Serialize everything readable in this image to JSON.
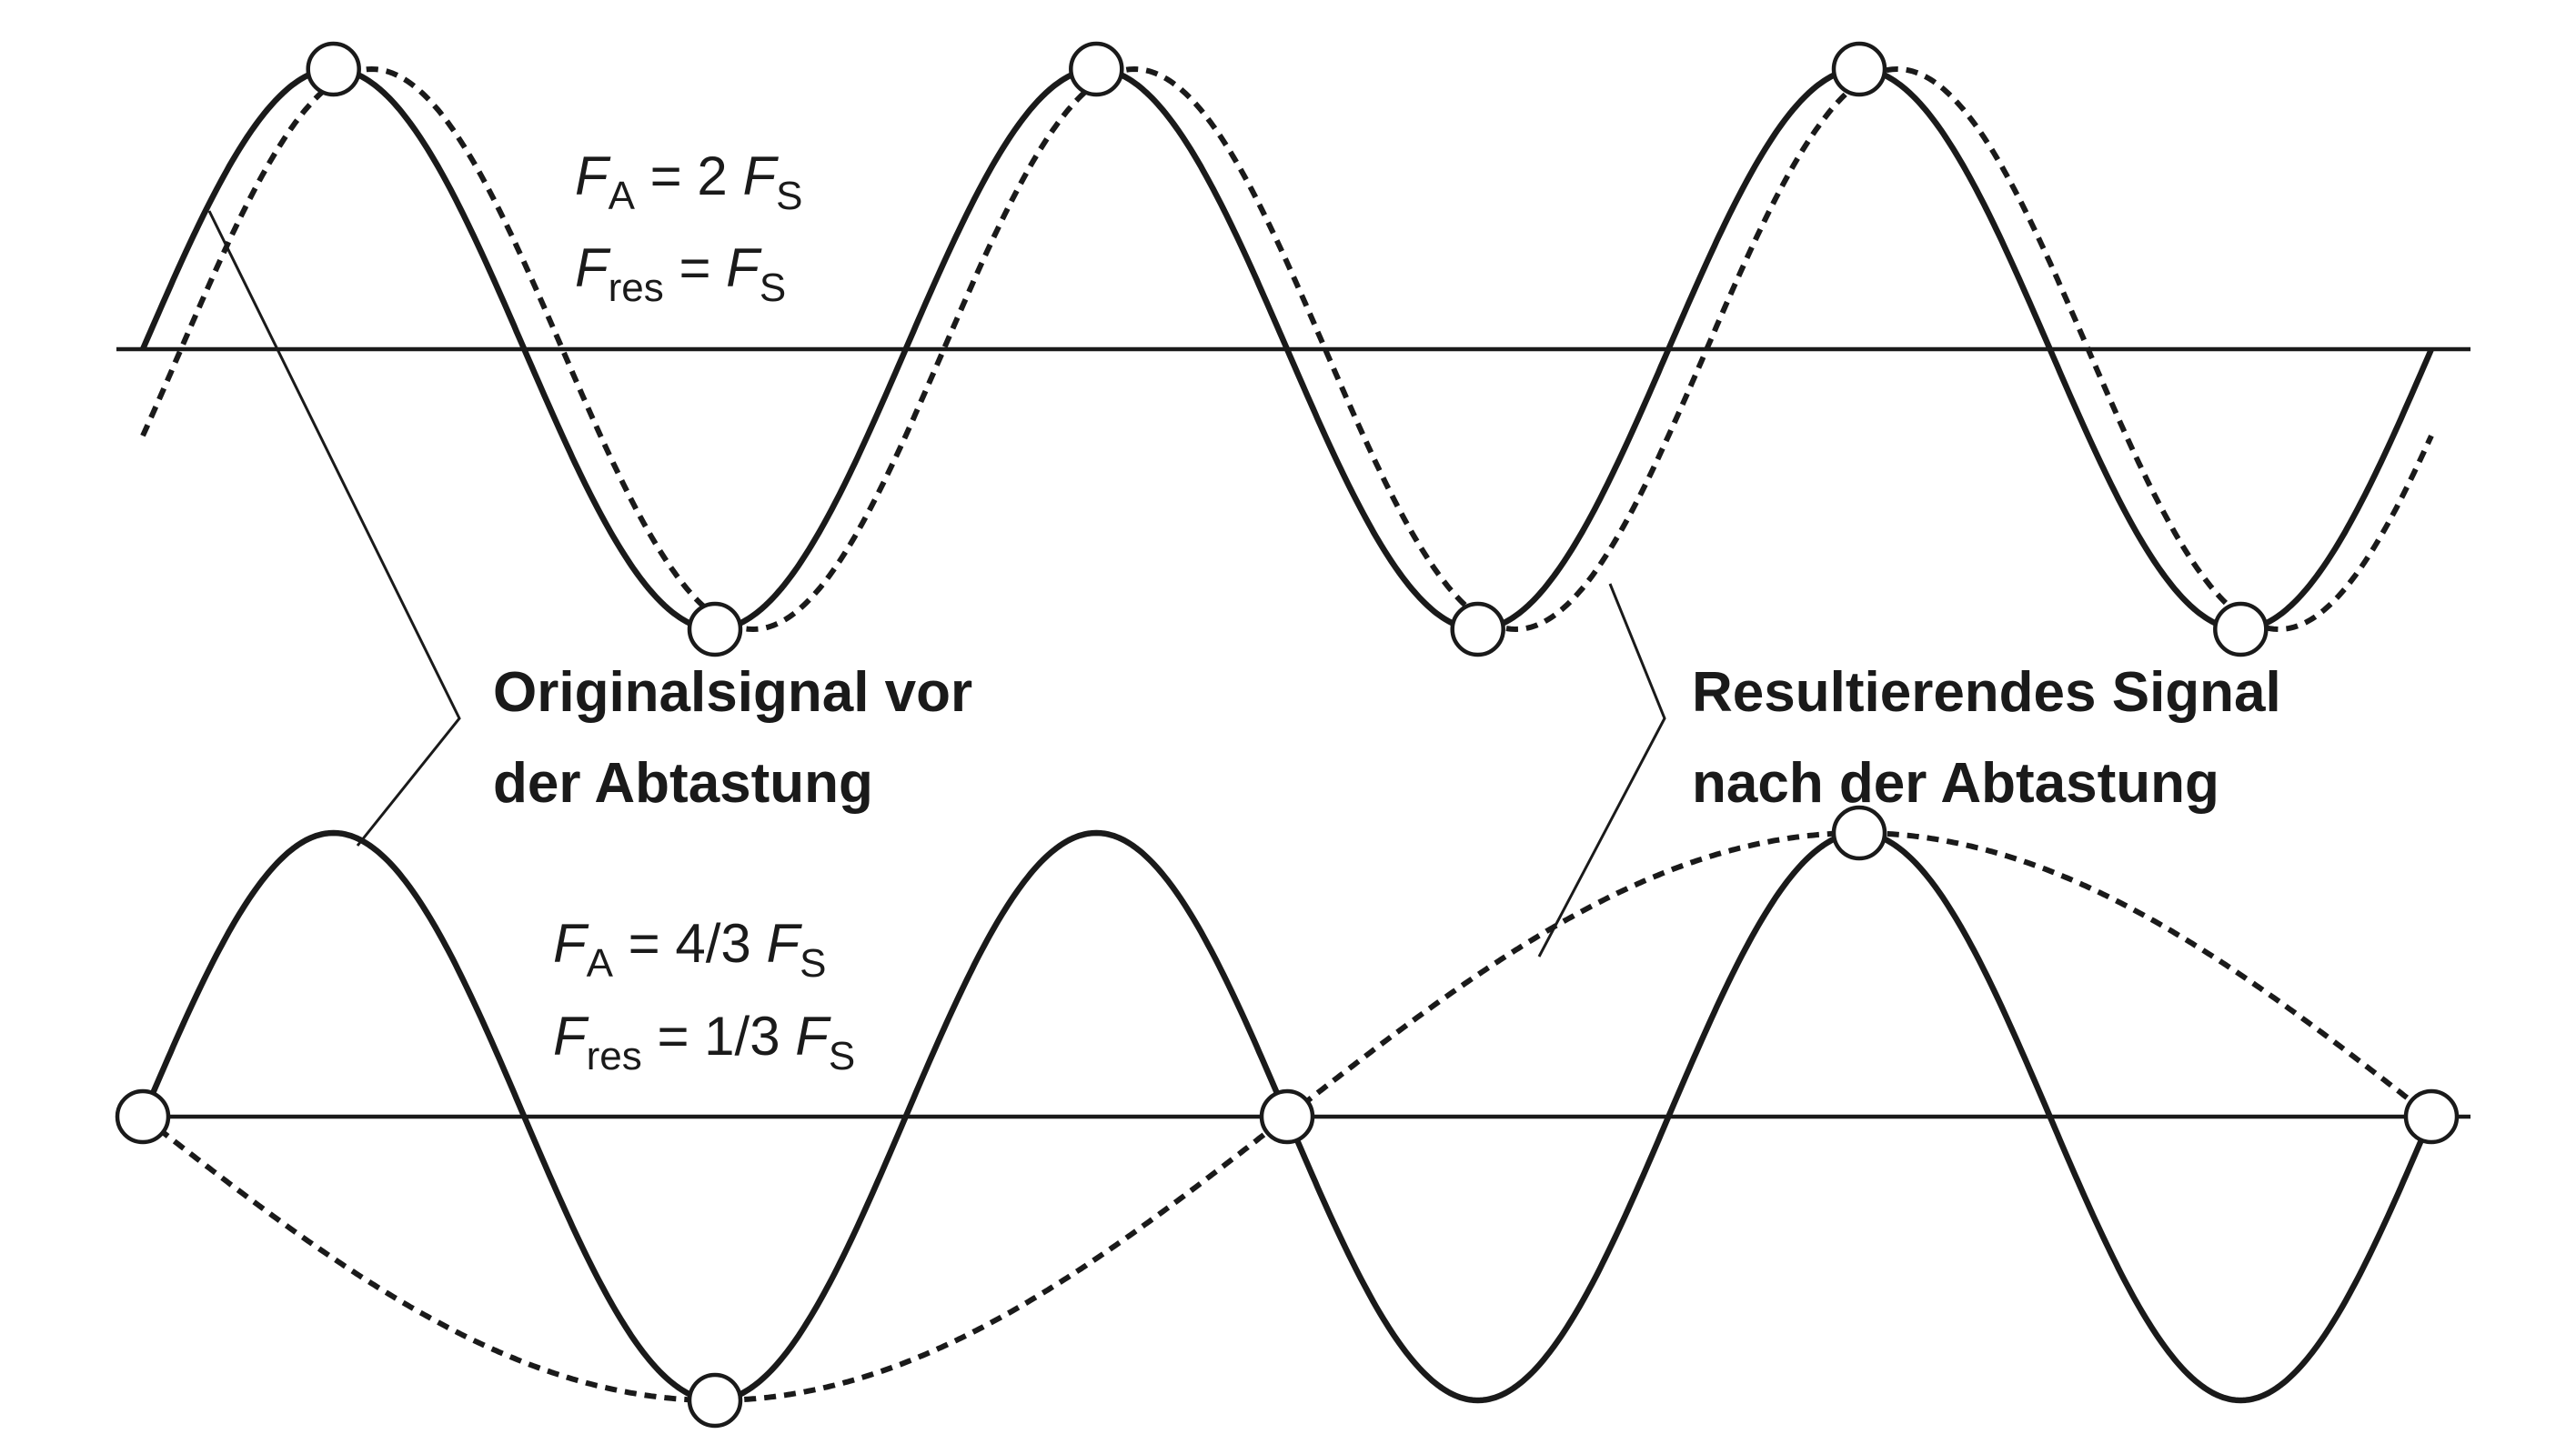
{
  "formulas": {
    "top": {
      "line1": {
        "a_var": "F",
        "a_sub": "A",
        "a_rest": " = 2 ",
        "b_var": "F",
        "b_sub": "S"
      },
      "line2": {
        "a_var": "F",
        "a_sub": "res",
        "a_rest": " = ",
        "b_var": "F",
        "b_sub": "S"
      }
    },
    "bottom": {
      "line1": {
        "a_var": "F",
        "a_sub": "A",
        "a_rest": " = 4/3 ",
        "b_var": "F",
        "b_sub": "S"
      },
      "line2": {
        "a_var": "F",
        "a_sub": "res",
        "a_rest": " = 1/3 ",
        "b_var": "F",
        "b_sub": "S"
      }
    }
  },
  "labels": {
    "original_signal": {
      "line1": "Originalsignal vor",
      "line2": "der Abtastung"
    },
    "resulting_signal": {
      "line1": "Resultierendes Signal",
      "line2": "nach der Abtastung"
    }
  },
  "signals": {
    "top": {
      "original_cycles": 3,
      "resulting_cycles": 3,
      "resulting_phase_shift_deg": 18,
      "sample_count": 6,
      "sample_phase_cycles": [
        0.25,
        0.75,
        1.25,
        1.75,
        2.25,
        2.75
      ]
    },
    "bottom": {
      "original_cycles": 3,
      "resulting_cycles": 1,
      "resulting_sign": -1,
      "sample_count": 5,
      "sample_phase_cycles": [
        0,
        0.75,
        1.5,
        2.25,
        3
      ]
    }
  },
  "colors": {
    "line": "#1a1a1a",
    "background": "#ffffff",
    "sample_fill": "#ffffff"
  }
}
